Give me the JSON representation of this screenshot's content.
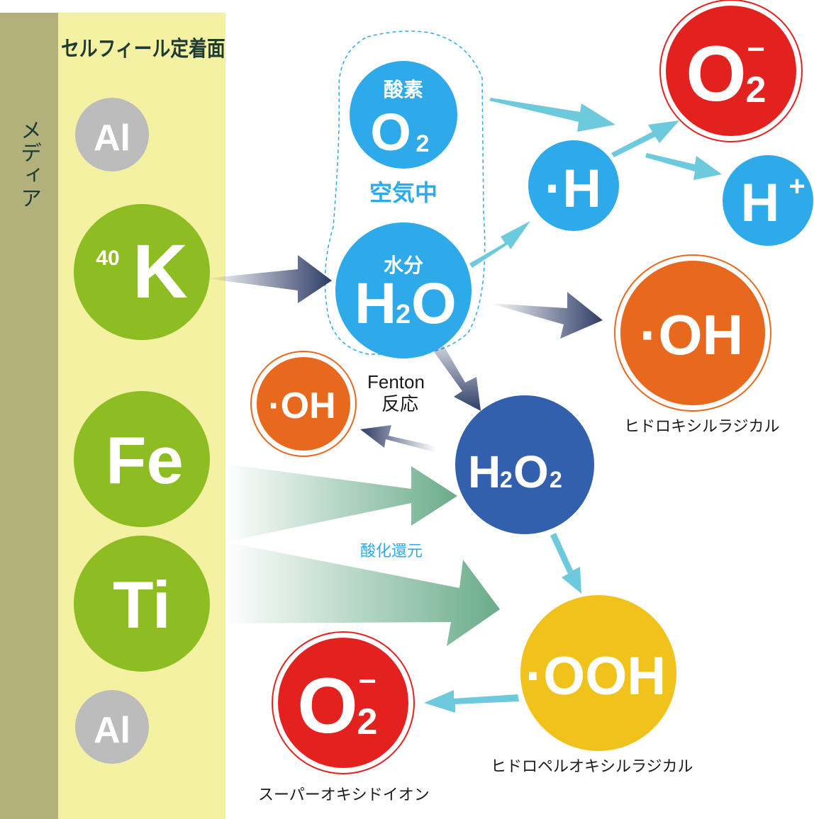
{
  "bands": {
    "media_label": "メディア",
    "surface_label": "セルフィール定着面"
  },
  "elements": {
    "al_top": "Al",
    "k": "K",
    "k_mass": "40",
    "fe": "Fe",
    "ti": "Ti",
    "al_bottom": "Al"
  },
  "molecules": {
    "oxygen_caption": "酸素",
    "air_caption": "空気中",
    "water_caption": "水分",
    "h_radical": "·H",
    "h_ion": "H",
    "h_ion_charge": "+",
    "superoxide_charge": "−",
    "hydroxyl": "·OH",
    "hydroperoxyl": "·OOH",
    "hydrogen_peroxide": "H2O2",
    "oxygen": "O2",
    "water": "H2O"
  },
  "labels": {
    "fenton_line1": "Fenton",
    "fenton_line2": "反応",
    "redox": "酸化還元",
    "hydroxyl_radical": "ヒドロキシルラジカル",
    "hydroperoxyl_radical": "ヒドロペルオキシルラジカル",
    "superoxide_ion": "スーパーオキシドイオン"
  },
  "colors": {
    "media_band": "#b3b17b",
    "surface_band": "#f4f1a2",
    "green": "#8dbd22",
    "gray": "#bcbcbc",
    "sky": "#2eaaea",
    "navy": "#3360ad",
    "orange": "#e8681e",
    "red": "#e3221f",
    "yellow": "#f1c21b",
    "teal_arrow": "#6dc9dc",
    "dark_arrow": "#2e3c66",
    "green_arrow": "#6aac8a"
  }
}
